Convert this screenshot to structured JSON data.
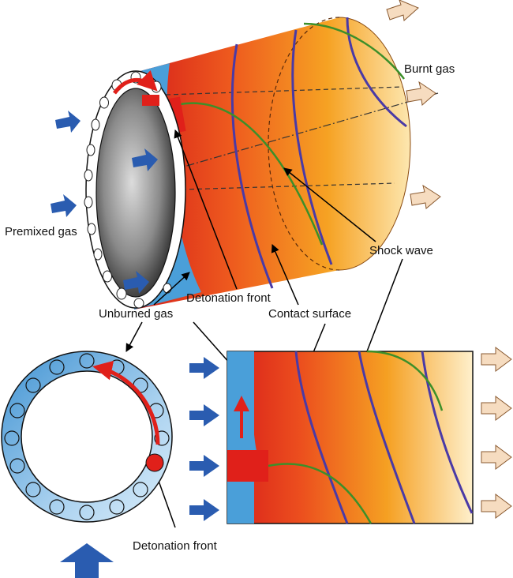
{
  "labels": {
    "burnt_gas": "Burnt gas",
    "premixed_gas": "Premixed gas",
    "shock_wave": "Shock wave",
    "detonation_front_top": "Detonation front",
    "unburned_gas": "Unburned gas",
    "contact_surface": "Contact surface",
    "detonation_front_bottom": "Detonation front"
  },
  "colors": {
    "unburned_blue": "#4a9fd9",
    "detonation_red": "#e0201a",
    "burnt_orange": "#f5a020",
    "burnt_light": "#fde9b8",
    "shock_green": "#3c8f2a",
    "contact_purple": "#4a3aa6",
    "inflow_arrow": "#2a5cb0",
    "outflow_arrow": "#f6dcc0"
  }
}
